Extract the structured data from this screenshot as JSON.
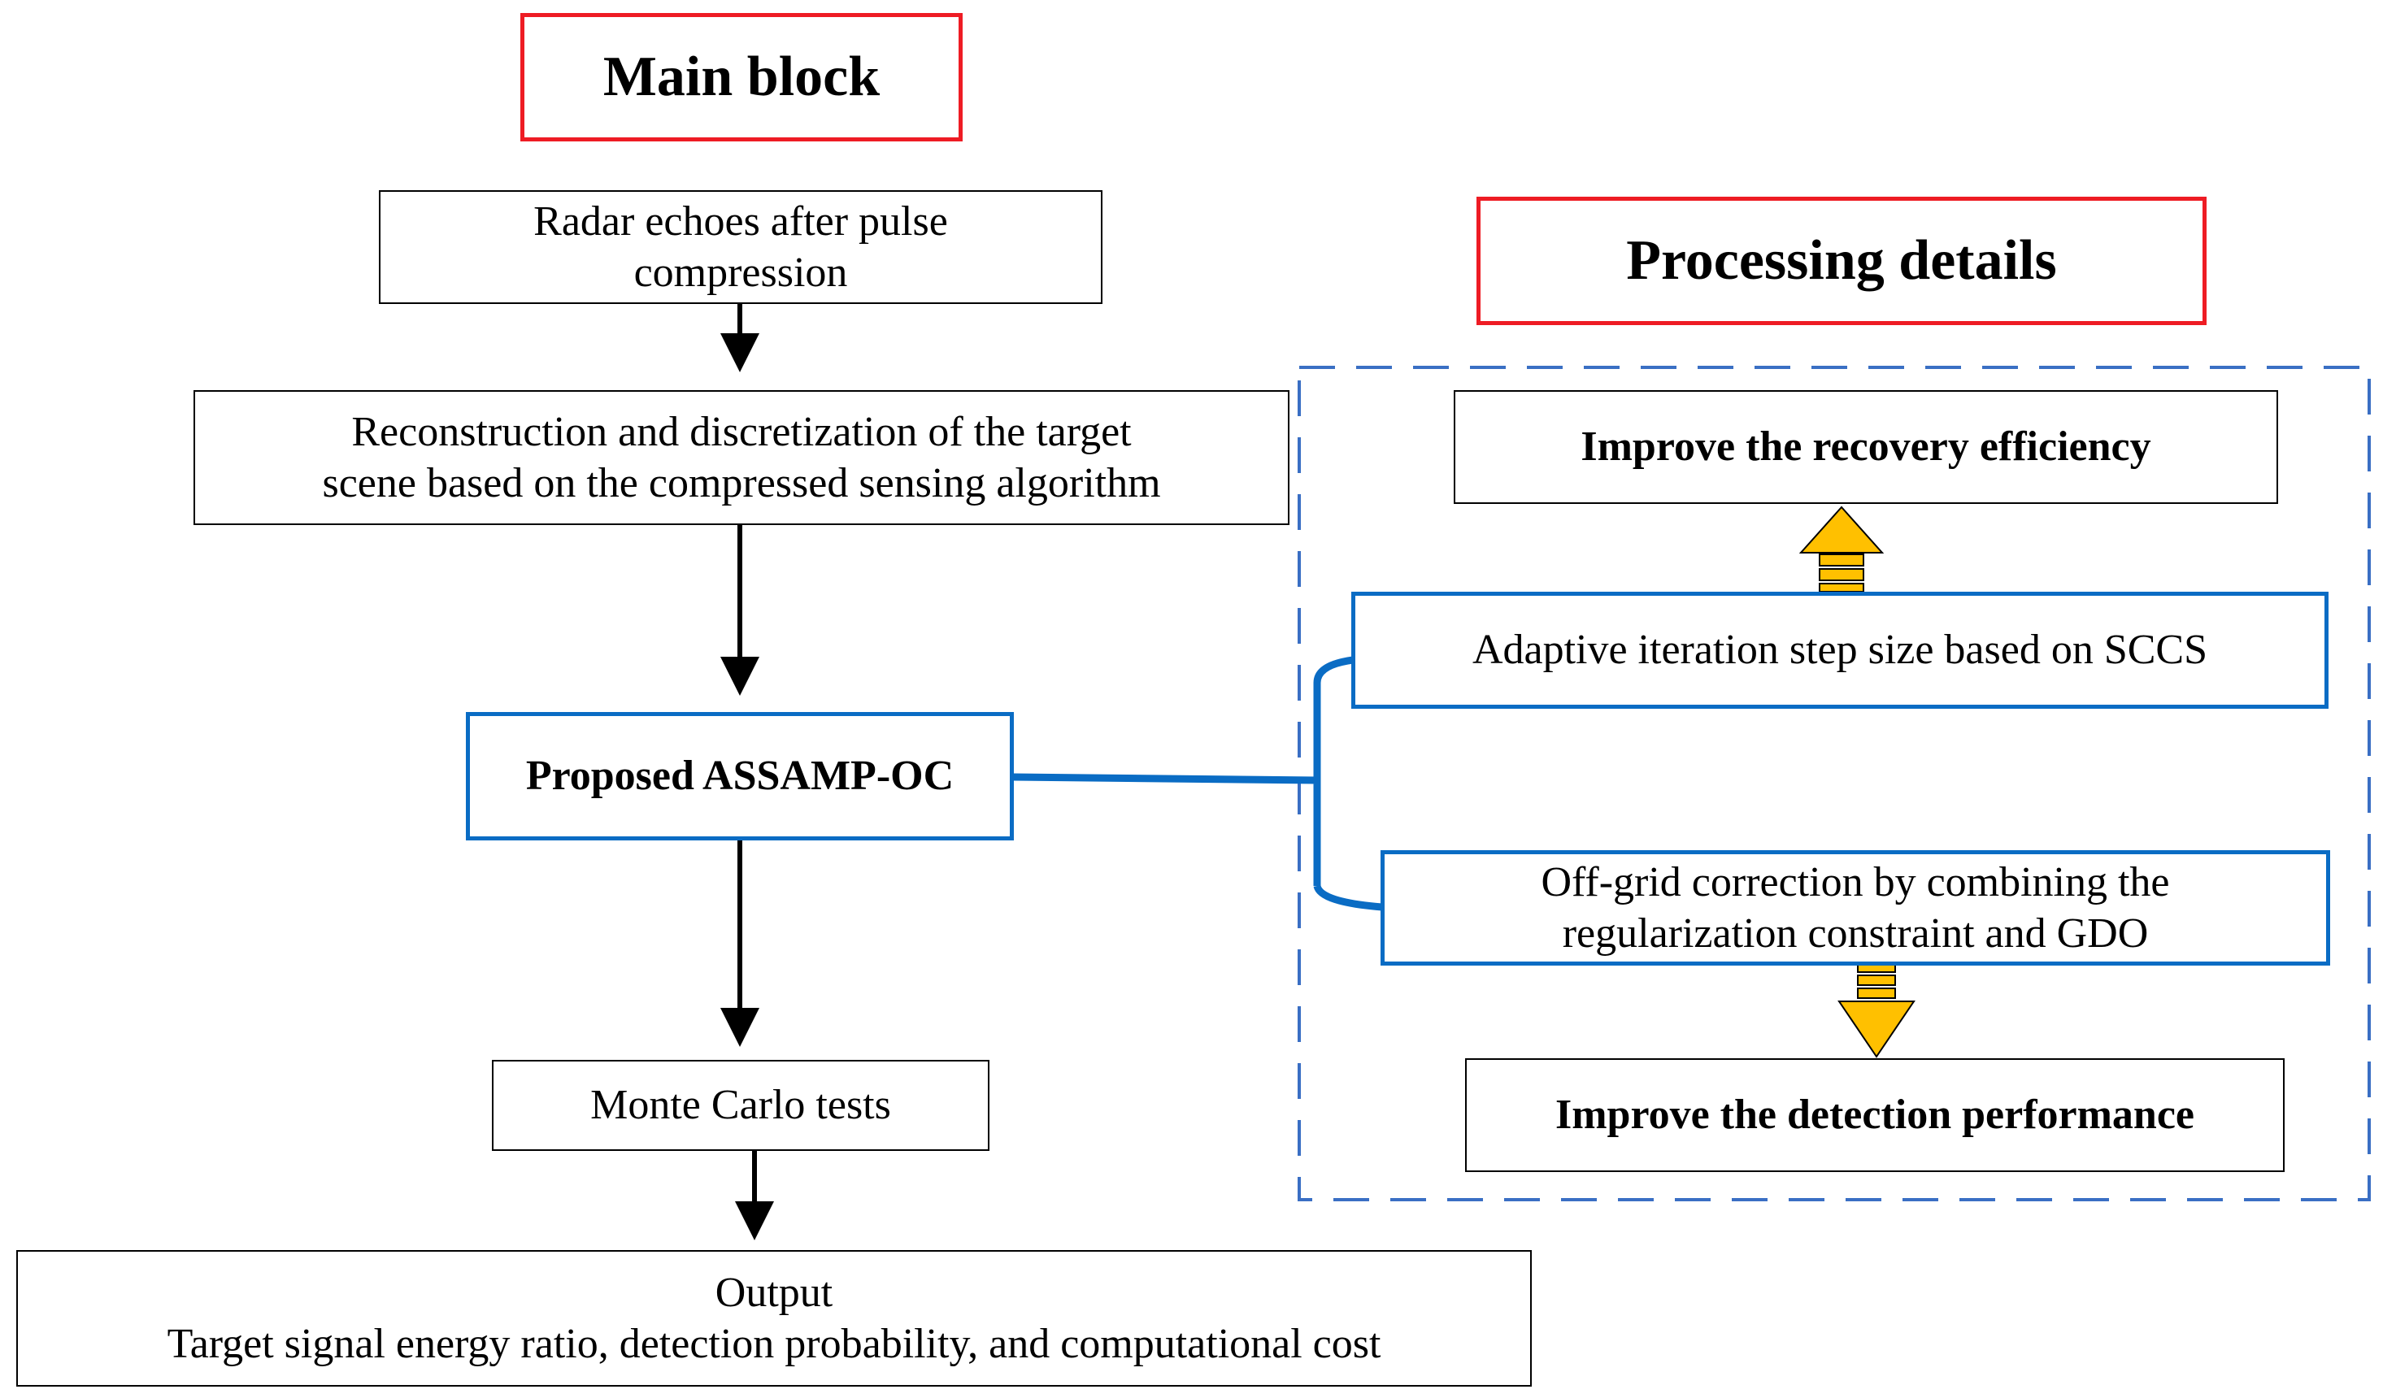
{
  "headers": {
    "main_block": "Main block",
    "processing_details": "Processing details"
  },
  "main_flow": {
    "step1": [
      "Radar echoes after pulse",
      "compression"
    ],
    "step2": [
      "Reconstruction and discretization of the target",
      "scene based on the compressed sensing algorithm"
    ],
    "step3": "Proposed ASSAMP-OC",
    "step4": "Monte Carlo tests",
    "output_title": "Output",
    "output_text": "Target signal energy ratio, detection probability, and  computational cost"
  },
  "details": {
    "improve_recovery": "Improve the recovery efficiency",
    "adaptive_step": "Adaptive iteration step size based on SCCS",
    "offgrid": [
      "Off-grid correction by combining the",
      "regularization constraint and GDO"
    ],
    "improve_detection": "Improve the detection performance"
  },
  "colors": {
    "header_border": "#ee1c24",
    "highlight_border": "#0a6cc4",
    "dashed_region": "#3a6fc4",
    "arrow_fill": "#ffc000"
  }
}
